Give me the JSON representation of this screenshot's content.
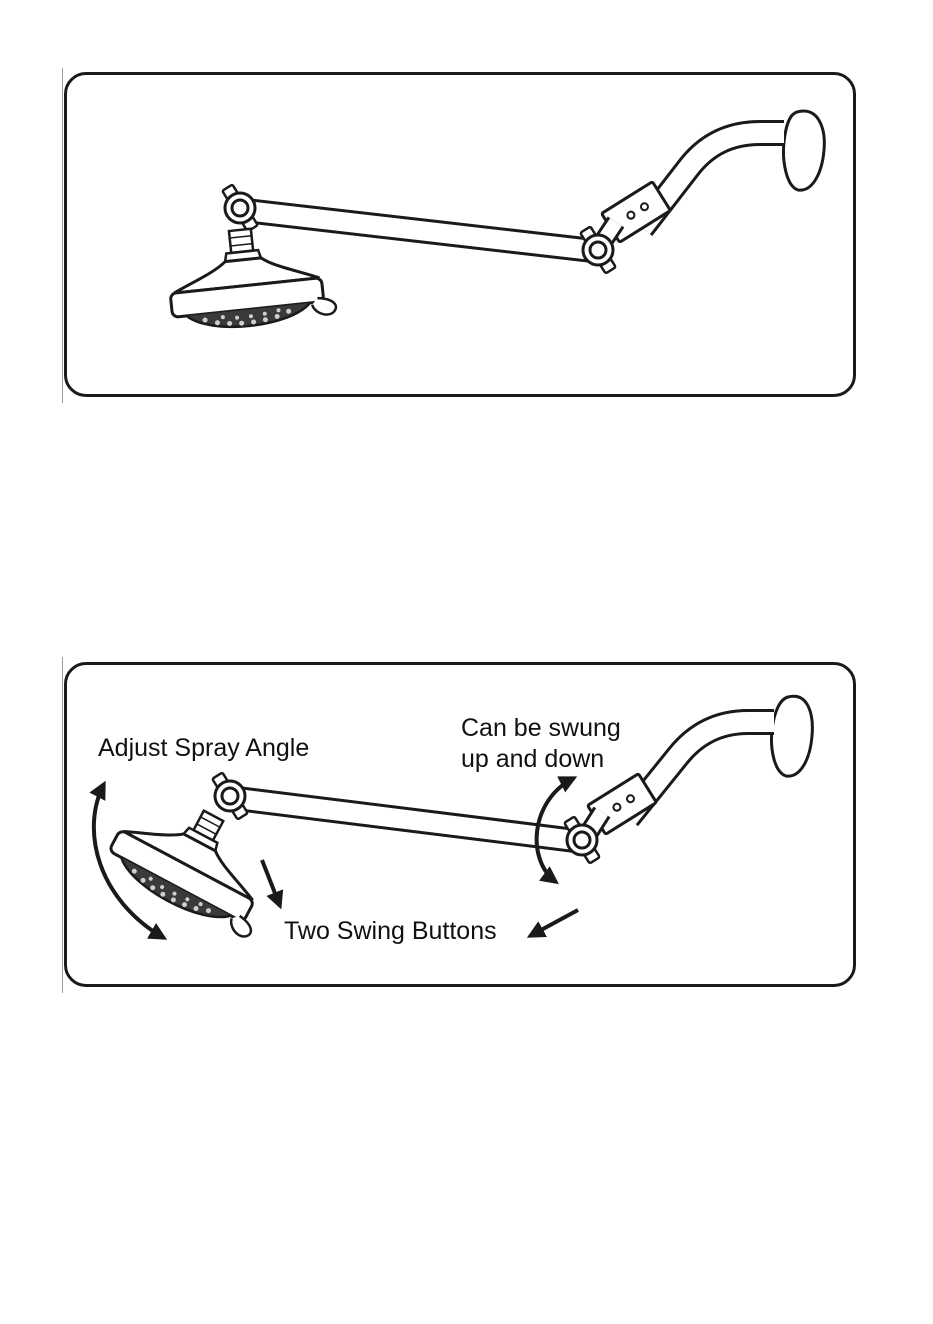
{
  "labels": {
    "adjust_spray_angle": "Adjust Spray Angle",
    "can_be_swung": "Can be swung\nup and down",
    "two_swing_buttons": "Two Swing Buttons"
  },
  "colors": {
    "line": "#1a1a1a",
    "background": "#ffffff"
  }
}
